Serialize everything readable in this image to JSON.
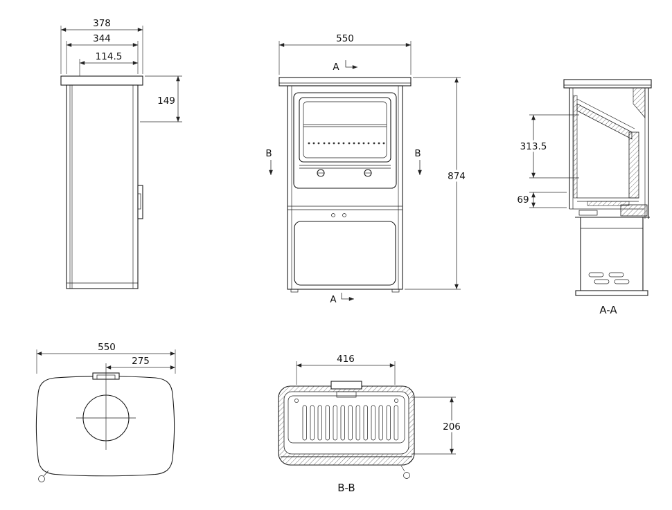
{
  "drawing": {
    "side_view": {
      "depth_overall": "378",
      "depth_body": "344",
      "flue_offset": "114.5",
      "flue_drop": "149"
    },
    "front_view": {
      "width": "550",
      "height": "874",
      "section_a": "A",
      "section_b": "B"
    },
    "section_aa": {
      "label": "A-A",
      "firebox_height": "313.5",
      "outlet_height": "69"
    },
    "top_view": {
      "width": "550",
      "flue_center": "275"
    },
    "section_bb": {
      "label": "B-B",
      "inner_width": "416",
      "inner_depth": "206"
    },
    "colors": {
      "line": "#1a1a1a",
      "dimension": "#2b2b2b",
      "background": "#ffffff"
    }
  }
}
